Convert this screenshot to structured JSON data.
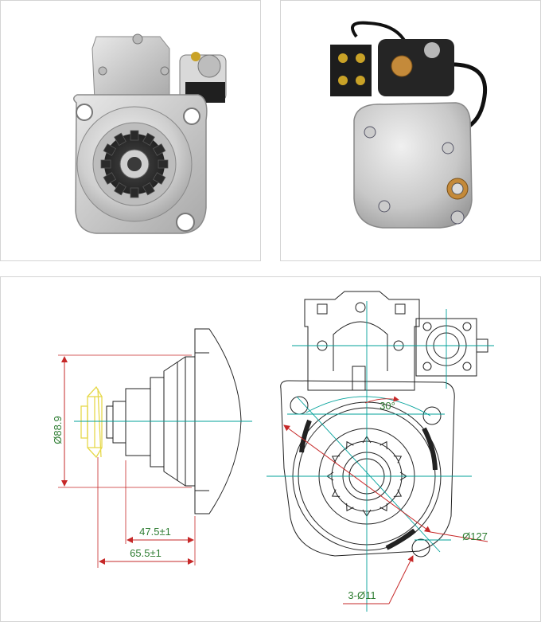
{
  "colors": {
    "panel_border": "#d4d4d4",
    "dimension_red": "#c62828",
    "dimension_text": "#2e7d32",
    "centerline": "#00a19a",
    "outline": "#222222",
    "gear_highlight": "#e6d84a"
  },
  "dimensions": {
    "diameter_pilot": "Ø88.9",
    "length_gear": "47.5±1",
    "length_total": "65.5±1",
    "bolt_circle": "Ø127",
    "angle": "30°",
    "holes": "3-Ø11"
  }
}
